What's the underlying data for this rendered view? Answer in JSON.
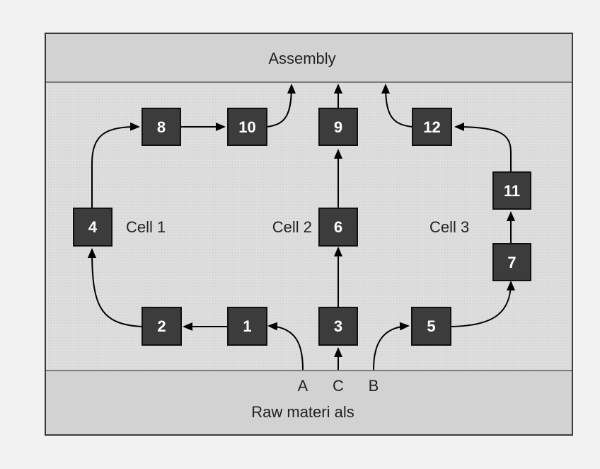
{
  "diagram": {
    "top_band_label": "Assembly",
    "bottom_band_label": "Raw materi als",
    "cells": [
      {
        "id": "cell1",
        "label": "Cell 1"
      },
      {
        "id": "cell2",
        "label": "Cell 2"
      },
      {
        "id": "cell3",
        "label": "Cell 3"
      }
    ],
    "inputs": [
      {
        "id": "A",
        "label": "A"
      },
      {
        "id": "C",
        "label": "C"
      },
      {
        "id": "B",
        "label": "B"
      }
    ],
    "stations": [
      {
        "id": "1",
        "label": "1"
      },
      {
        "id": "2",
        "label": "2"
      },
      {
        "id": "3",
        "label": "3"
      },
      {
        "id": "4",
        "label": "4"
      },
      {
        "id": "5",
        "label": "5"
      },
      {
        "id": "6",
        "label": "6"
      },
      {
        "id": "7",
        "label": "7"
      },
      {
        "id": "8",
        "label": "8"
      },
      {
        "id": "9",
        "label": "9"
      },
      {
        "id": "10",
        "label": "10"
      },
      {
        "id": "11",
        "label": "11"
      },
      {
        "id": "12",
        "label": "12"
      }
    ],
    "flows": [
      {
        "from": "A",
        "to": "1"
      },
      {
        "from": "1",
        "to": "2"
      },
      {
        "from": "2",
        "to": "4"
      },
      {
        "from": "4",
        "to": "8"
      },
      {
        "from": "8",
        "to": "10"
      },
      {
        "from": "10",
        "to": "Assembly"
      },
      {
        "from": "C",
        "to": "3"
      },
      {
        "from": "3",
        "to": "6"
      },
      {
        "from": "6",
        "to": "9"
      },
      {
        "from": "9",
        "to": "Assembly"
      },
      {
        "from": "B",
        "to": "5"
      },
      {
        "from": "5",
        "to": "7"
      },
      {
        "from": "7",
        "to": "11"
      },
      {
        "from": "11",
        "to": "12"
      },
      {
        "from": "12",
        "to": "Assembly"
      }
    ],
    "colors": {
      "page_background": "#f2f2f2",
      "panel_background": "#dcdcdc",
      "band_background": "#d2d2d2",
      "box_fill": "#3c3c3c",
      "box_text": "#ffffff",
      "line": "#000000"
    }
  }
}
